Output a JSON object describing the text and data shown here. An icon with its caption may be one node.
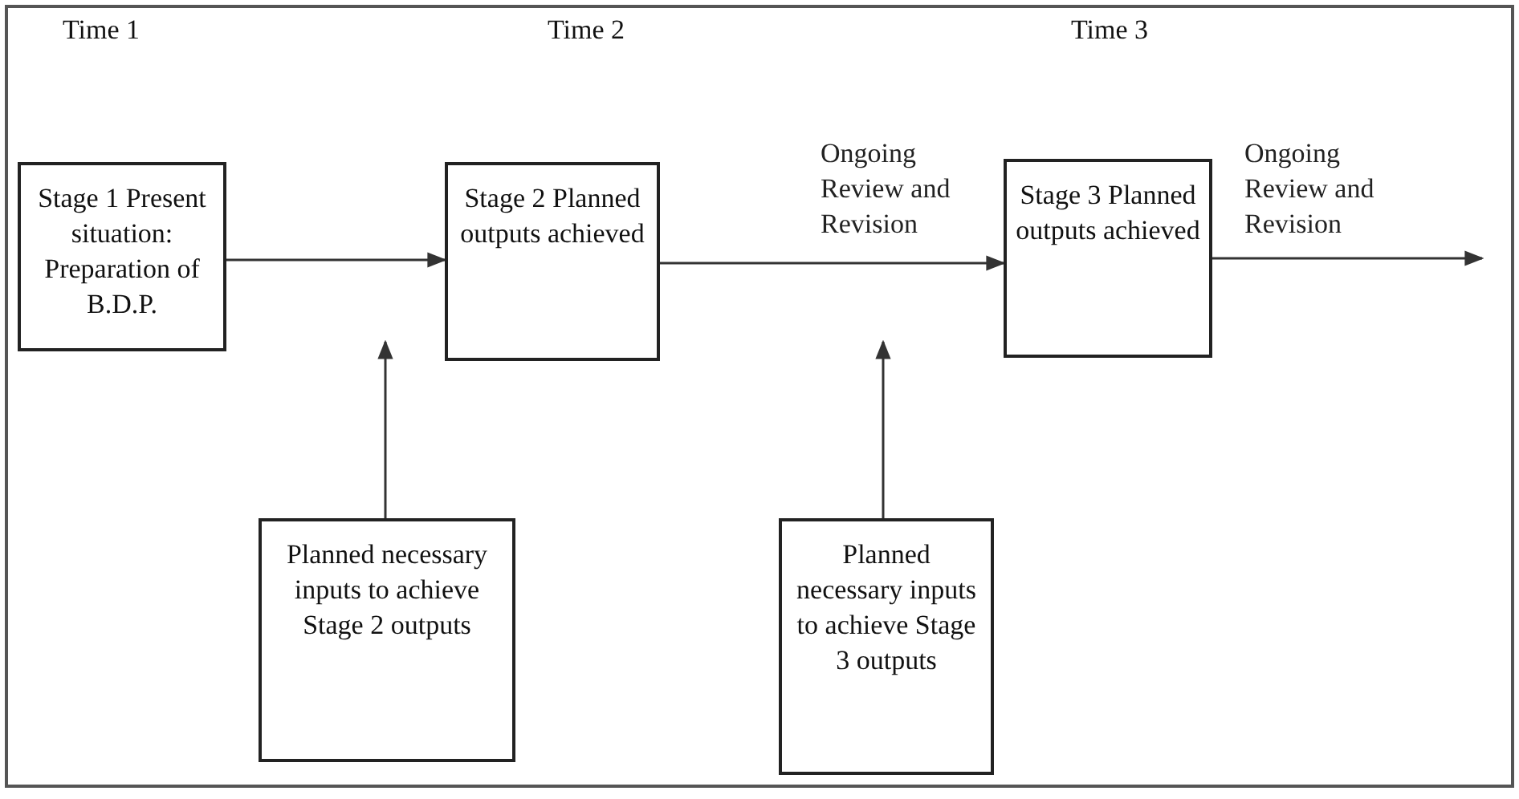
{
  "diagram": {
    "nodes": [
      {
        "text": [
          "Stage 1 Present situation: Preparation of B.D.P."
        ]
      },
      {
        "text": [
          "Stage 2 Planned outputs achieved"
        ]
      },
      {
        "text": [
          "Stage 3 Planned outputs achieved"
        ]
      },
      {
        "text": [
          "Planned necessary inputs to achieve Stage 2 outputs"
        ]
      },
      {
        "text": [
          "Planned necessary inputs to achieve Stage 3 outputs"
        ]
      }
    ],
    "edges": [
      {
        "from": 0,
        "to": 1,
        "arrow": "to"
      },
      {
        "from": 1,
        "to": 2,
        "arrow": "to",
        "label": "Ongoing Review and Revision"
      },
      {
        "from": 2,
        "to": null,
        "arrow": "to",
        "label": "Ongoing Review and Revision"
      },
      {
        "from": 3,
        "to": null,
        "arrow": "to"
      },
      {
        "from": 4,
        "to": null,
        "arrow": "to"
      }
    ],
    "labels": [
      "Time 1",
      "Time 2",
      "Time 3"
    ]
  }
}
